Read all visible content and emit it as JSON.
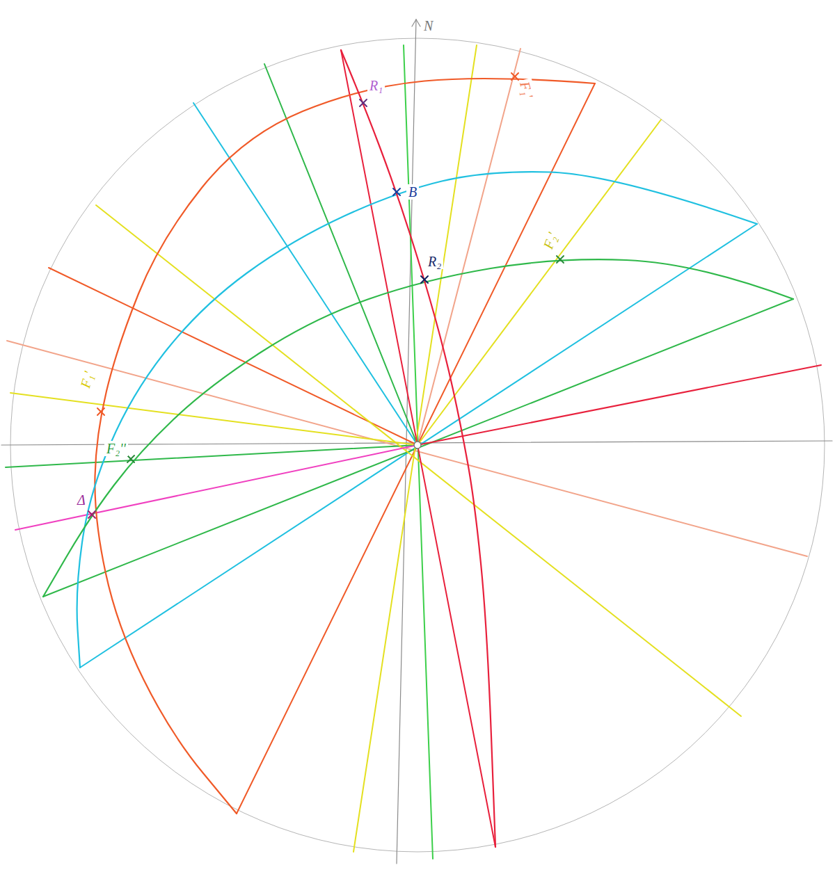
{
  "diagram": {
    "labels": [
      "N",
      "R₁",
      "F₁'",
      "B",
      "R₂",
      "F₂'",
      "F₁'",
      "F₂''",
      "Δ"
    ]
  }
}
